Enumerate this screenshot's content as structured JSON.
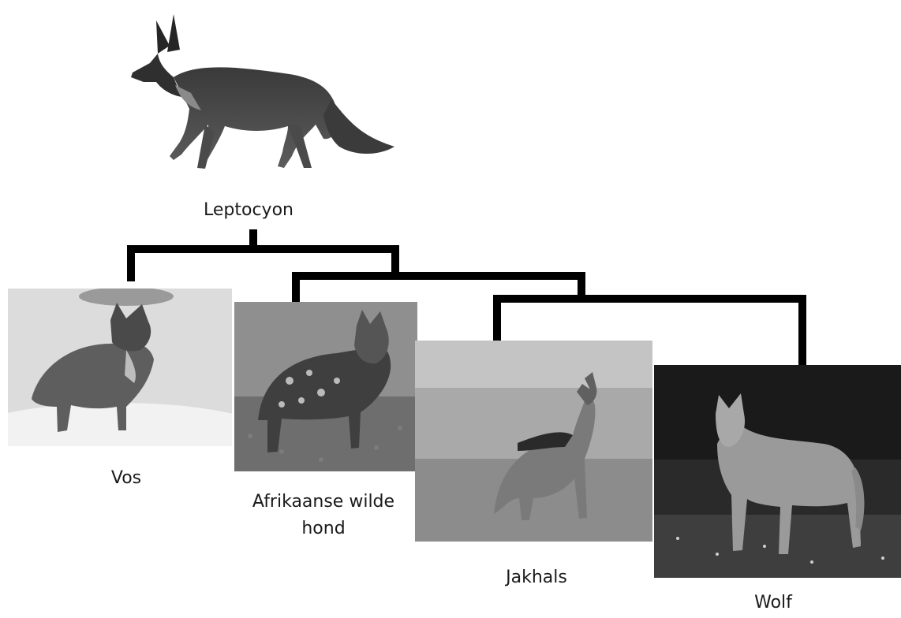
{
  "ancestor": {
    "label": "Leptocyon"
  },
  "descendants": [
    {
      "label": "Vos"
    },
    {
      "label": "Afrikaanse wilde\nhond"
    },
    {
      "label": "Jakhals"
    },
    {
      "label": "Wolf"
    }
  ],
  "colors": {
    "line": "#000000"
  }
}
